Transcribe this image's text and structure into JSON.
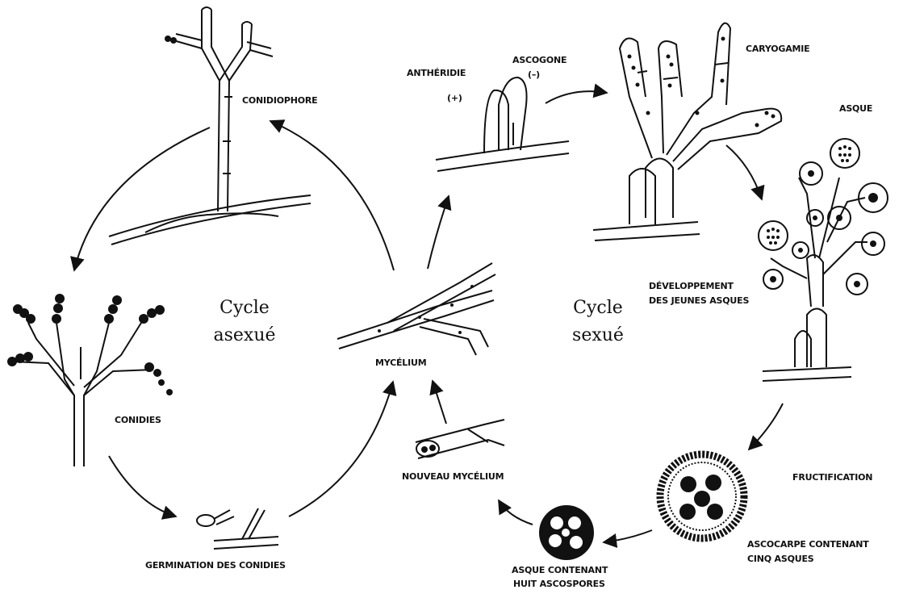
{
  "labels": {
    "conidiophore": "CONIDIOPHORE",
    "conidies": "CONIDIES",
    "germination": "GERMINATION DES CONIDIES",
    "mycelium": "MYCÉLIUM",
    "nouveau_mycelium": "NOUVEAU MYCÉLIUM",
    "antheridie": "ANTHÉRIDIE",
    "antheridie_sign": "(+)",
    "ascogone": "ASCOGONE",
    "ascogone_sign": "(–)",
    "caryogamie": "CARYOGAMIE",
    "asque": "ASQUE",
    "developpement_1": "DÉVELOPPEMENT",
    "developpement_2": "DES JEUNES ASQUES",
    "fructification": "FRUCTIFICATION",
    "ascocarpe_1": "ASCOCARPE CONTENANT",
    "ascocarpe_2": "CINQ ASQUES",
    "asque_huit_1": "ASQUE CONTENANT",
    "asque_huit_2": "HUIT ASCOSPORES"
  },
  "cycles": {
    "asexual_1": "Cycle",
    "asexual_2": "asexué",
    "sexual_1": "Cycle",
    "sexual_2": "sexué"
  }
}
